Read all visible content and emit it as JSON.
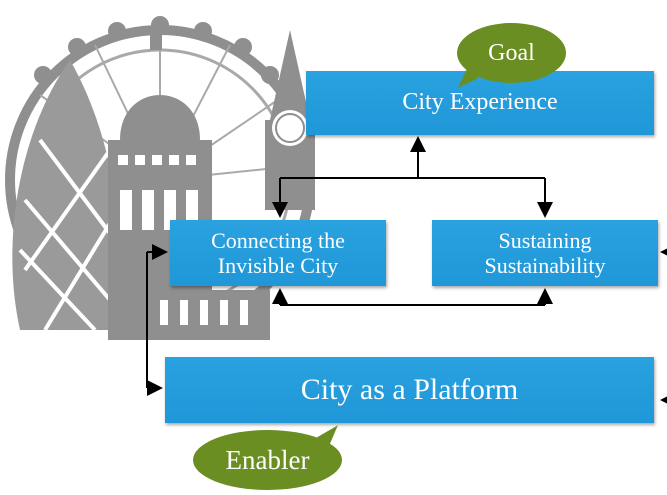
{
  "diagram": {
    "goal_label": "Goal",
    "enabler_label": "Enabler",
    "nodes": {
      "experience": "City Experience",
      "connecting": "Connecting the\nInvisible City",
      "sustaining": "Sustaining\nSustainability",
      "platform": "City as a Platform"
    }
  },
  "colors": {
    "box_fill": "#2aa2e0",
    "bubble_fill": "#6b8e23",
    "skyline_gray": "#8f8f8f",
    "arrow": "#000000"
  },
  "icons": {
    "background": "london-skyline-illustration"
  }
}
